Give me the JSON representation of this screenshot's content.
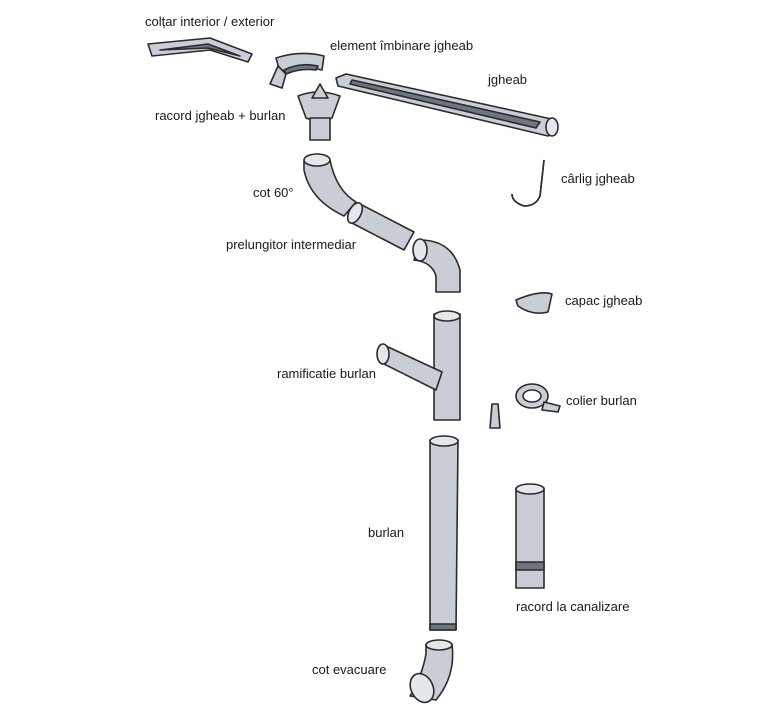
{
  "labels": {
    "coltar": "colțar interior / exterior",
    "element_imbinare": "element îmbinare jgheab",
    "jgheab": "jgheab",
    "racord_jgheab_burlan": "racord jgheab + burlan",
    "carlig": "cârlig jgheab",
    "cot60": "cot 60°",
    "prelungitor": "prelungitor intermediar",
    "capac": "capac jgheab",
    "ramificatie": "ramificatie burlan",
    "colier": "colier burlan",
    "burlan": "burlan",
    "racord_canalizare": "racord la canalizare",
    "cot_evacuare": "cot evacuare"
  },
  "colors": {
    "metal_fill": "#c9ced6",
    "metal_dark": "#6e7580",
    "metal_light": "#e4e7ec",
    "outline": "#2b2b2b",
    "text": "#1a1a1a"
  }
}
